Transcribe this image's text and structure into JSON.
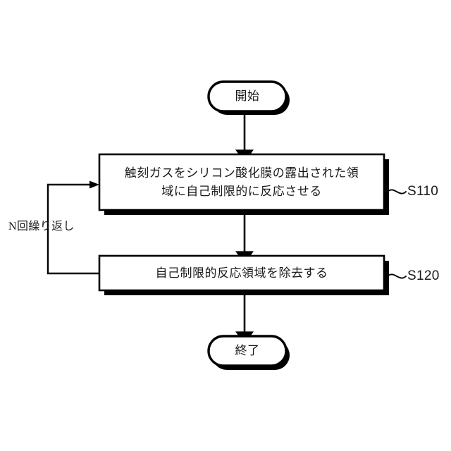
{
  "figure": {
    "title": "",
    "background_color": "#ffffff",
    "line_color": "#000000",
    "text_color": "#1a1a1a",
    "shadow_color": "#000000"
  },
  "nodes": {
    "start": {
      "label": "開始",
      "shape": "terminator"
    },
    "step_110": {
      "label": "触刻ガスをシリコン酸化膜の露出された領\n域に自己制限的に反応させる",
      "line_1": "触刻ガスをシリコン酸化膜の露出された領",
      "line_2": "域に自己制限的に反応させる",
      "shape": "process",
      "tag": "S110"
    },
    "step_120": {
      "label": "自己制限的反応領域を除去する",
      "shape": "process",
      "tag": "S120"
    },
    "end": {
      "label": "終了",
      "shape": "terminator"
    }
  },
  "edges": {
    "start_to_110": {
      "label": ""
    },
    "110_to_120": {
      "label": ""
    },
    "120_to_end": {
      "label": ""
    },
    "loop_back": {
      "label": "N回繰り返し"
    }
  }
}
